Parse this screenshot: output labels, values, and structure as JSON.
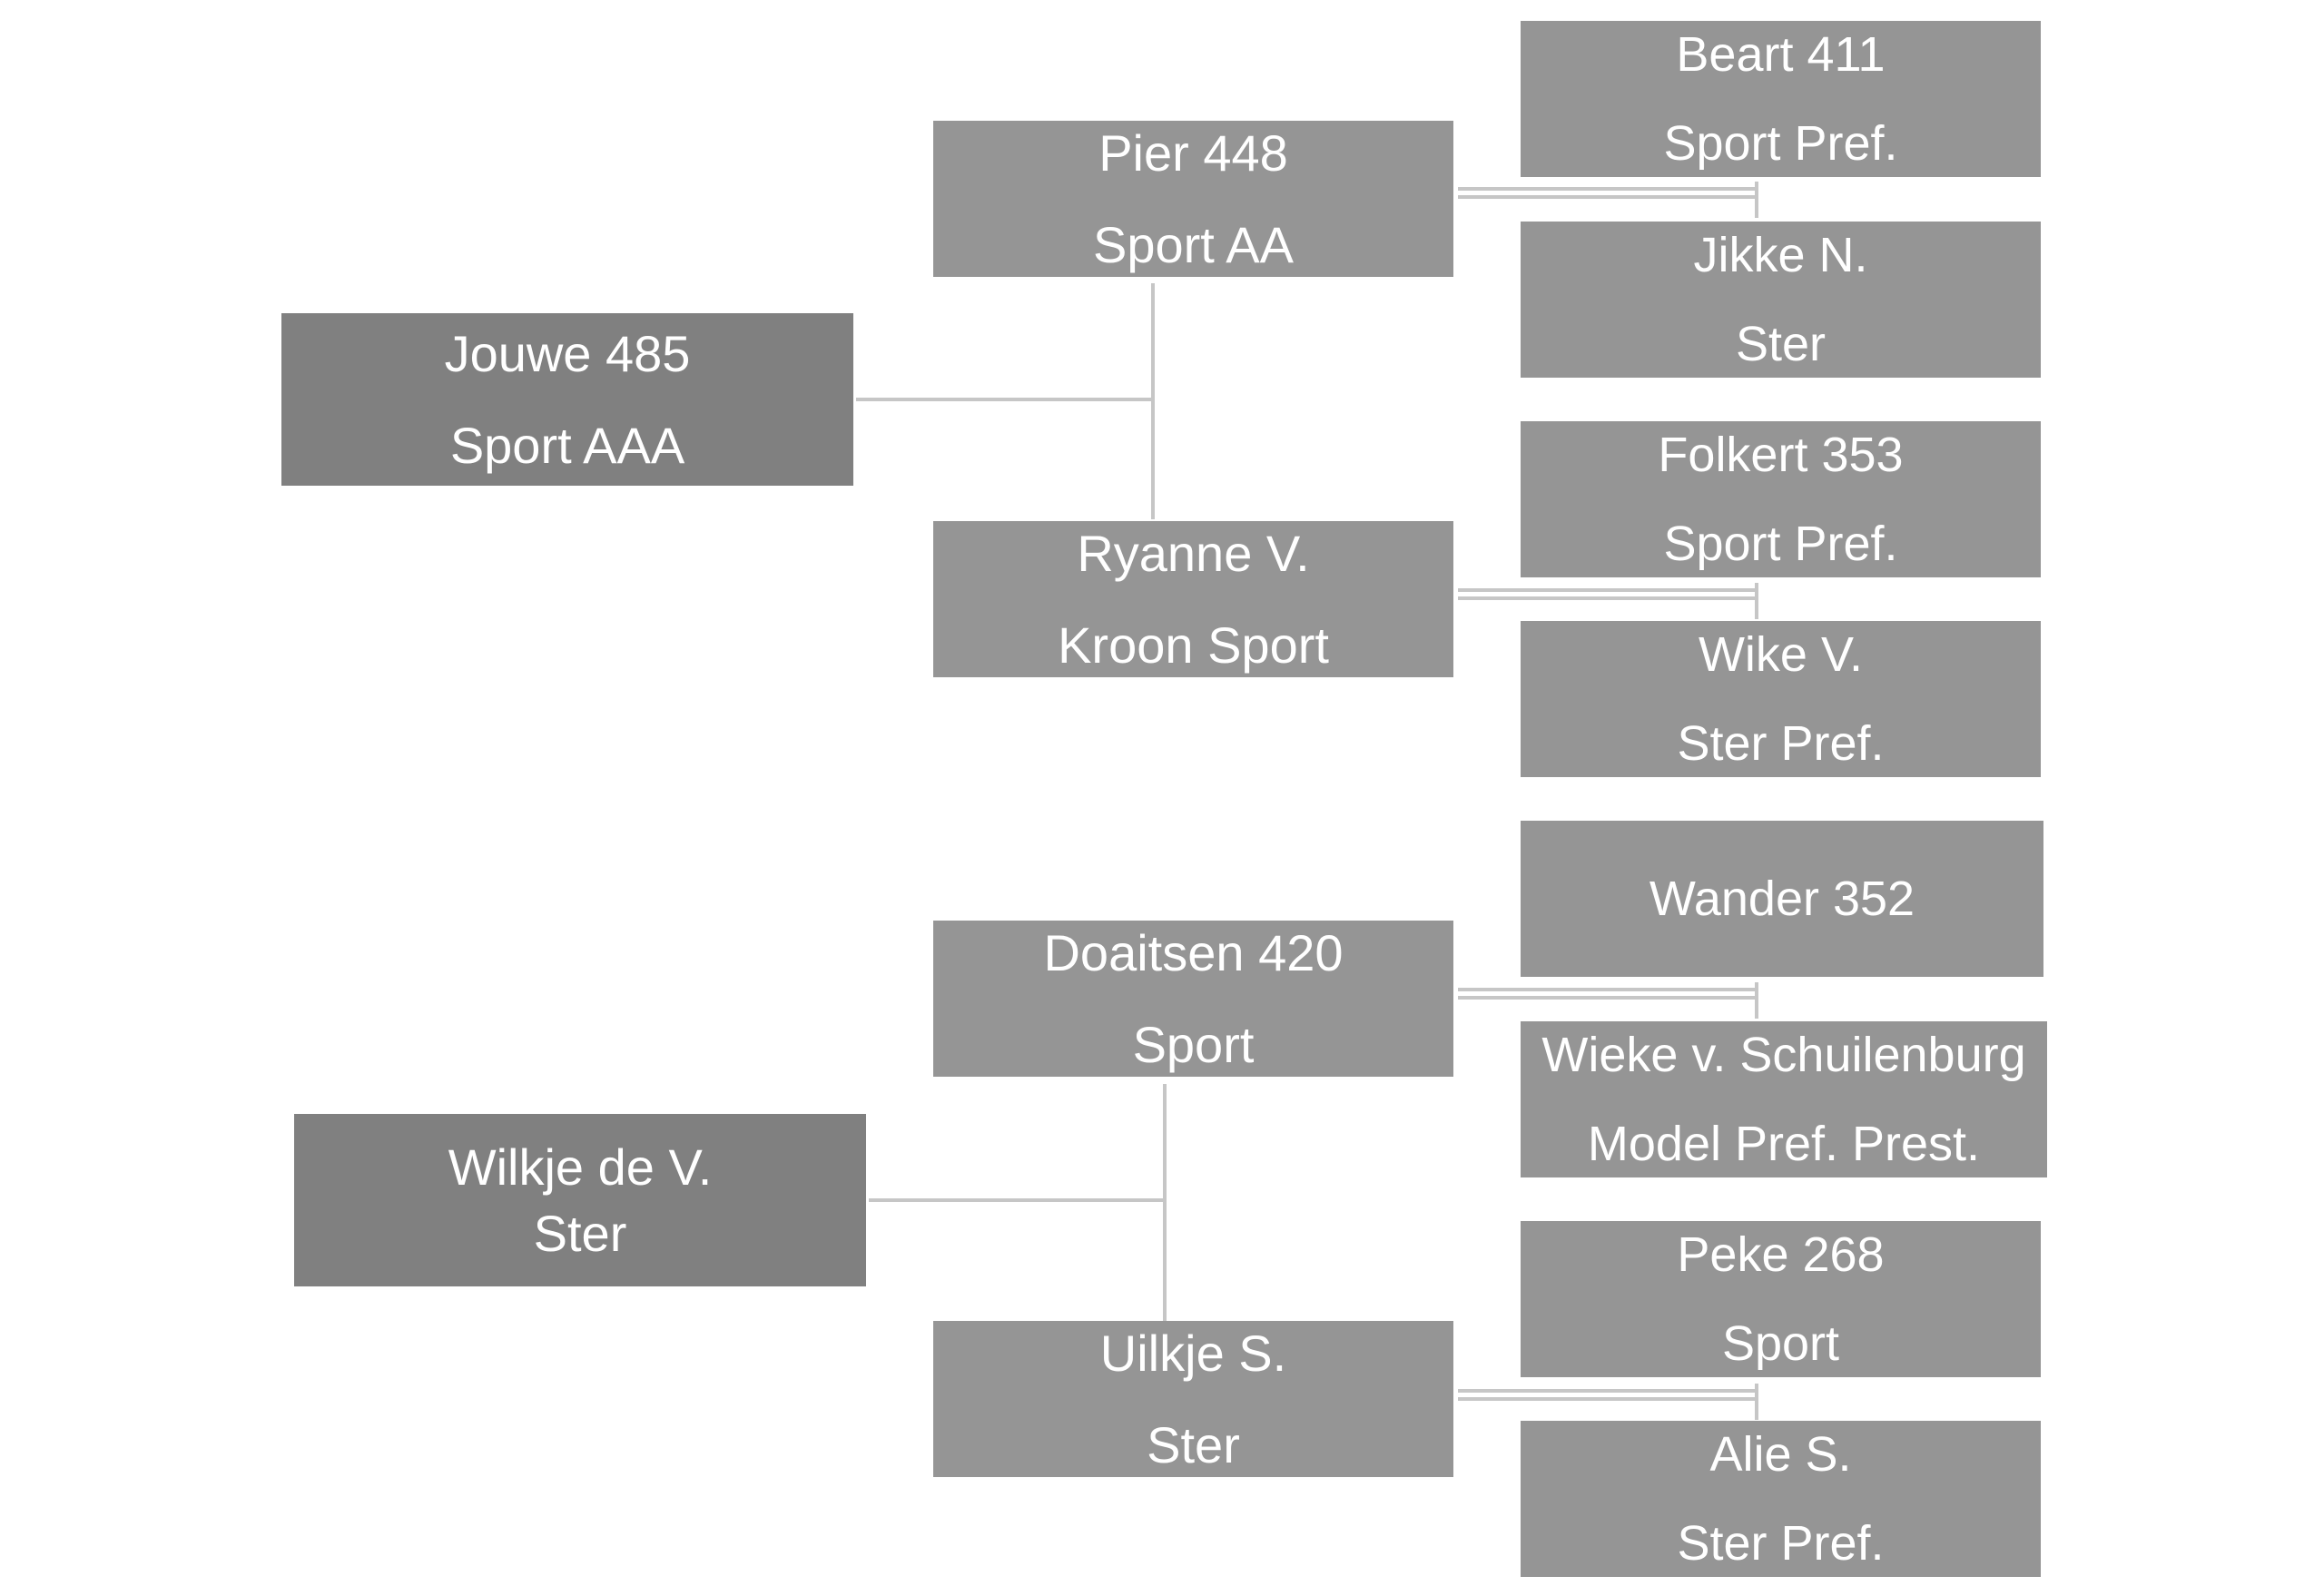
{
  "colors": {
    "ancestor_fill": "#808080",
    "parent_fill": "#959595",
    "text": "#ffffff",
    "connector": "#c6c6c6"
  },
  "pedigree": {
    "sire": {
      "name": "Jouwe 485",
      "predicate": "Sport AAA",
      "sire": {
        "name": "Pier 448",
        "predicate": "Sport AA",
        "sire": {
          "name": "Beart 411",
          "predicate": "Sport Pref."
        },
        "dam": {
          "name": "Jikke N.",
          "predicate": "Ster"
        }
      },
      "dam": {
        "name": "Ryanne V.",
        "predicate": "Kroon Sport",
        "sire": {
          "name": "Folkert 353",
          "predicate": "Sport Pref."
        },
        "dam": {
          "name": "Wike V.",
          "predicate": "Ster Pref."
        }
      }
    },
    "dam": {
      "name": "Wilkje de V.",
      "predicate": "Ster",
      "sire": {
        "name": "Doaitsen 420",
        "predicate": "Sport",
        "sire": {
          "name": "Wander 352",
          "predicate": ""
        },
        "dam": {
          "name": "Wieke v. Schuilenburg",
          "predicate": "Model Pref. Prest."
        }
      },
      "dam": {
        "name": "Uilkje S.",
        "predicate": "Ster",
        "sire": {
          "name": "Peke 268",
          "predicate": "Sport"
        },
        "dam": {
          "name": "Alie S.",
          "predicate": "Ster Pref."
        }
      }
    }
  }
}
